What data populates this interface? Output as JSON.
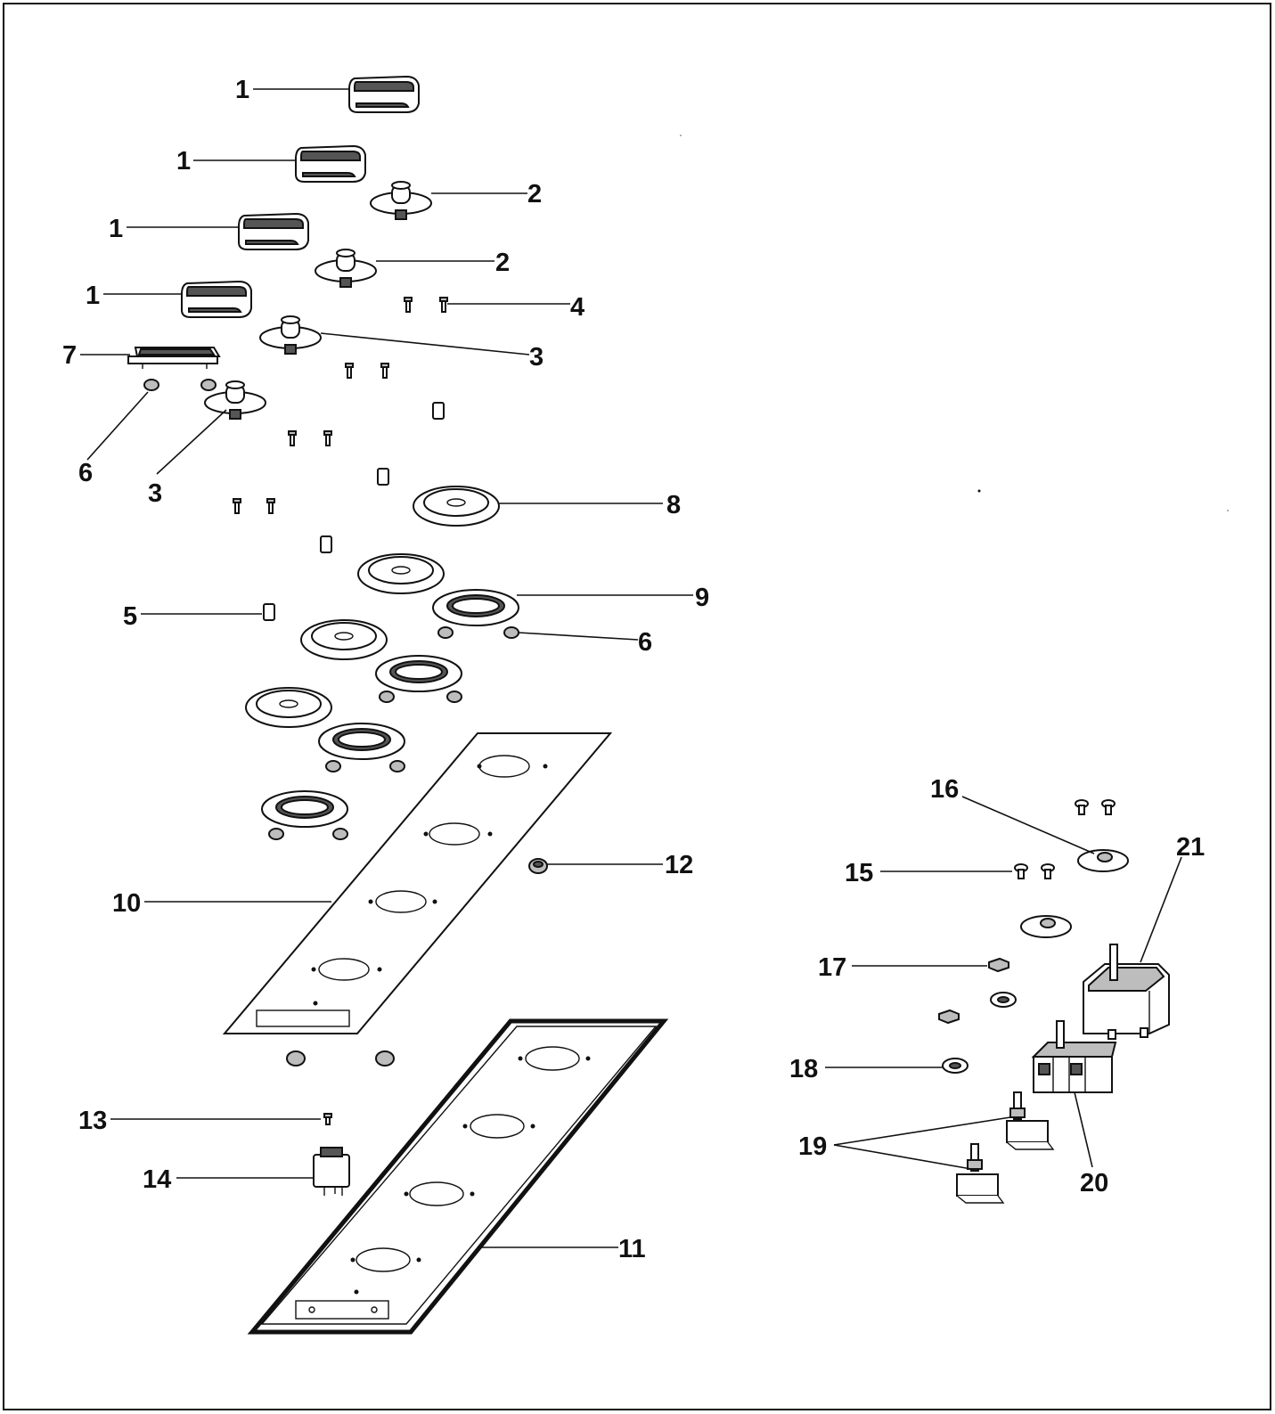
{
  "diagram": {
    "type": "exploded-parts-diagram",
    "colors": {
      "line": "#111111",
      "background": "#ffffff"
    },
    "callouts": [
      {
        "id": "c1a",
        "label": "1"
      },
      {
        "id": "c1b",
        "label": "1"
      },
      {
        "id": "c1c",
        "label": "1"
      },
      {
        "id": "c1d",
        "label": "1"
      },
      {
        "id": "c2a",
        "label": "2"
      },
      {
        "id": "c2b",
        "label": "2"
      },
      {
        "id": "c3a",
        "label": "3"
      },
      {
        "id": "c3b",
        "label": "3"
      },
      {
        "id": "c4",
        "label": "4"
      },
      {
        "id": "c5",
        "label": "5"
      },
      {
        "id": "c6a",
        "label": "6"
      },
      {
        "id": "c6b",
        "label": "6"
      },
      {
        "id": "c7",
        "label": "7"
      },
      {
        "id": "c8",
        "label": "8"
      },
      {
        "id": "c9",
        "label": "9"
      },
      {
        "id": "c10",
        "label": "10"
      },
      {
        "id": "c11",
        "label": "11"
      },
      {
        "id": "c12",
        "label": "12"
      },
      {
        "id": "c13",
        "label": "13"
      },
      {
        "id": "c14",
        "label": "14"
      },
      {
        "id": "c15",
        "label": "15"
      },
      {
        "id": "c16",
        "label": "16"
      },
      {
        "id": "c17",
        "label": "17"
      },
      {
        "id": "c18",
        "label": "18"
      },
      {
        "id": "c19",
        "label": "19"
      },
      {
        "id": "c20",
        "label": "20"
      },
      {
        "id": "c21",
        "label": "21"
      }
    ]
  }
}
